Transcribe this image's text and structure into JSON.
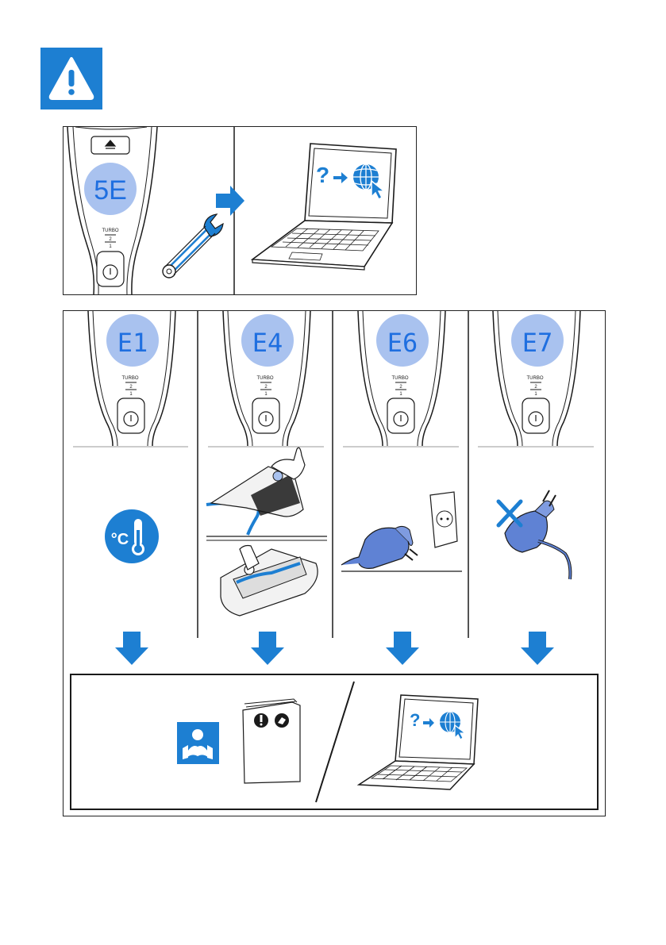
{
  "page": {
    "background": "#ffffff"
  },
  "colors": {
    "accent": "#1d7fd2",
    "display_bubble": "#a9c2ef",
    "display_digits": "#1f6fe0",
    "line": "#1a1a1a"
  },
  "warning": {
    "icon": "warning-triangle-icon"
  },
  "top_panel": {
    "error_code": "5E",
    "handle_labels": {
      "turbo": "TURBO",
      "speed_2": "2",
      "speed_1": "1"
    },
    "icons": [
      "eject-button-icon",
      "power-button-icon",
      "wrench-icon",
      "arrow-right-icon",
      "laptop-icon",
      "question-mark-icon",
      "globe-icon",
      "cursor-icon"
    ]
  },
  "error_panels": [
    {
      "code": "E1",
      "meaning_icon": "temperature-icon",
      "temp_unit": "°C"
    },
    {
      "code": "E4",
      "meaning_icon": "floor-nozzle-icon"
    },
    {
      "code": "E6",
      "meaning_icon": "charger-socket-icon"
    },
    {
      "code": "E7",
      "meaning_icon": "charger-crossed-icon"
    }
  ],
  "bottom_panel": {
    "icons": [
      "read-manual-icon",
      "manual-booklet-icon",
      "laptop-icon",
      "globe-icon"
    ]
  }
}
